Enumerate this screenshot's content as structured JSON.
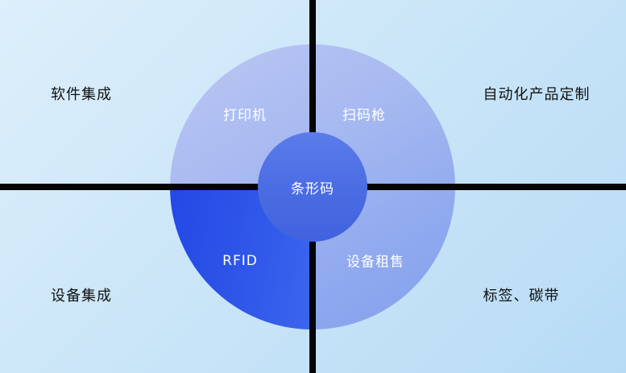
{
  "diagram": {
    "center": {
      "label": "条形码"
    },
    "segments": [
      {
        "id": "printer",
        "label": "打印机",
        "position": "top-left"
      },
      {
        "id": "scanner",
        "label": "扫码枪",
        "position": "top-right"
      },
      {
        "id": "rfid",
        "label": "RFID",
        "position": "bottom-left"
      },
      {
        "id": "rental",
        "label": "设备租售",
        "position": "bottom-right"
      }
    ],
    "corners": [
      {
        "id": "software-integration",
        "label": "软件集成",
        "position": "top-left"
      },
      {
        "id": "automation-customization",
        "label": "自动化产品定制",
        "position": "top-right"
      },
      {
        "id": "device-integration",
        "label": "设备集成",
        "position": "bottom-left"
      },
      {
        "id": "labels-ribbons",
        "label": "标签、碳带",
        "position": "bottom-right"
      }
    ],
    "colors": {
      "background_start": "#ddeffb",
      "background_end": "#b7dbf5",
      "circle_light": "#bac4f3",
      "circle_dark": "#7e9aed",
      "rfid_quadrant": "#2f57e9",
      "center_circle": "#4a6ce2",
      "divider": "#050505",
      "segment_text": "#ffffff",
      "corner_text": "#111111"
    }
  }
}
